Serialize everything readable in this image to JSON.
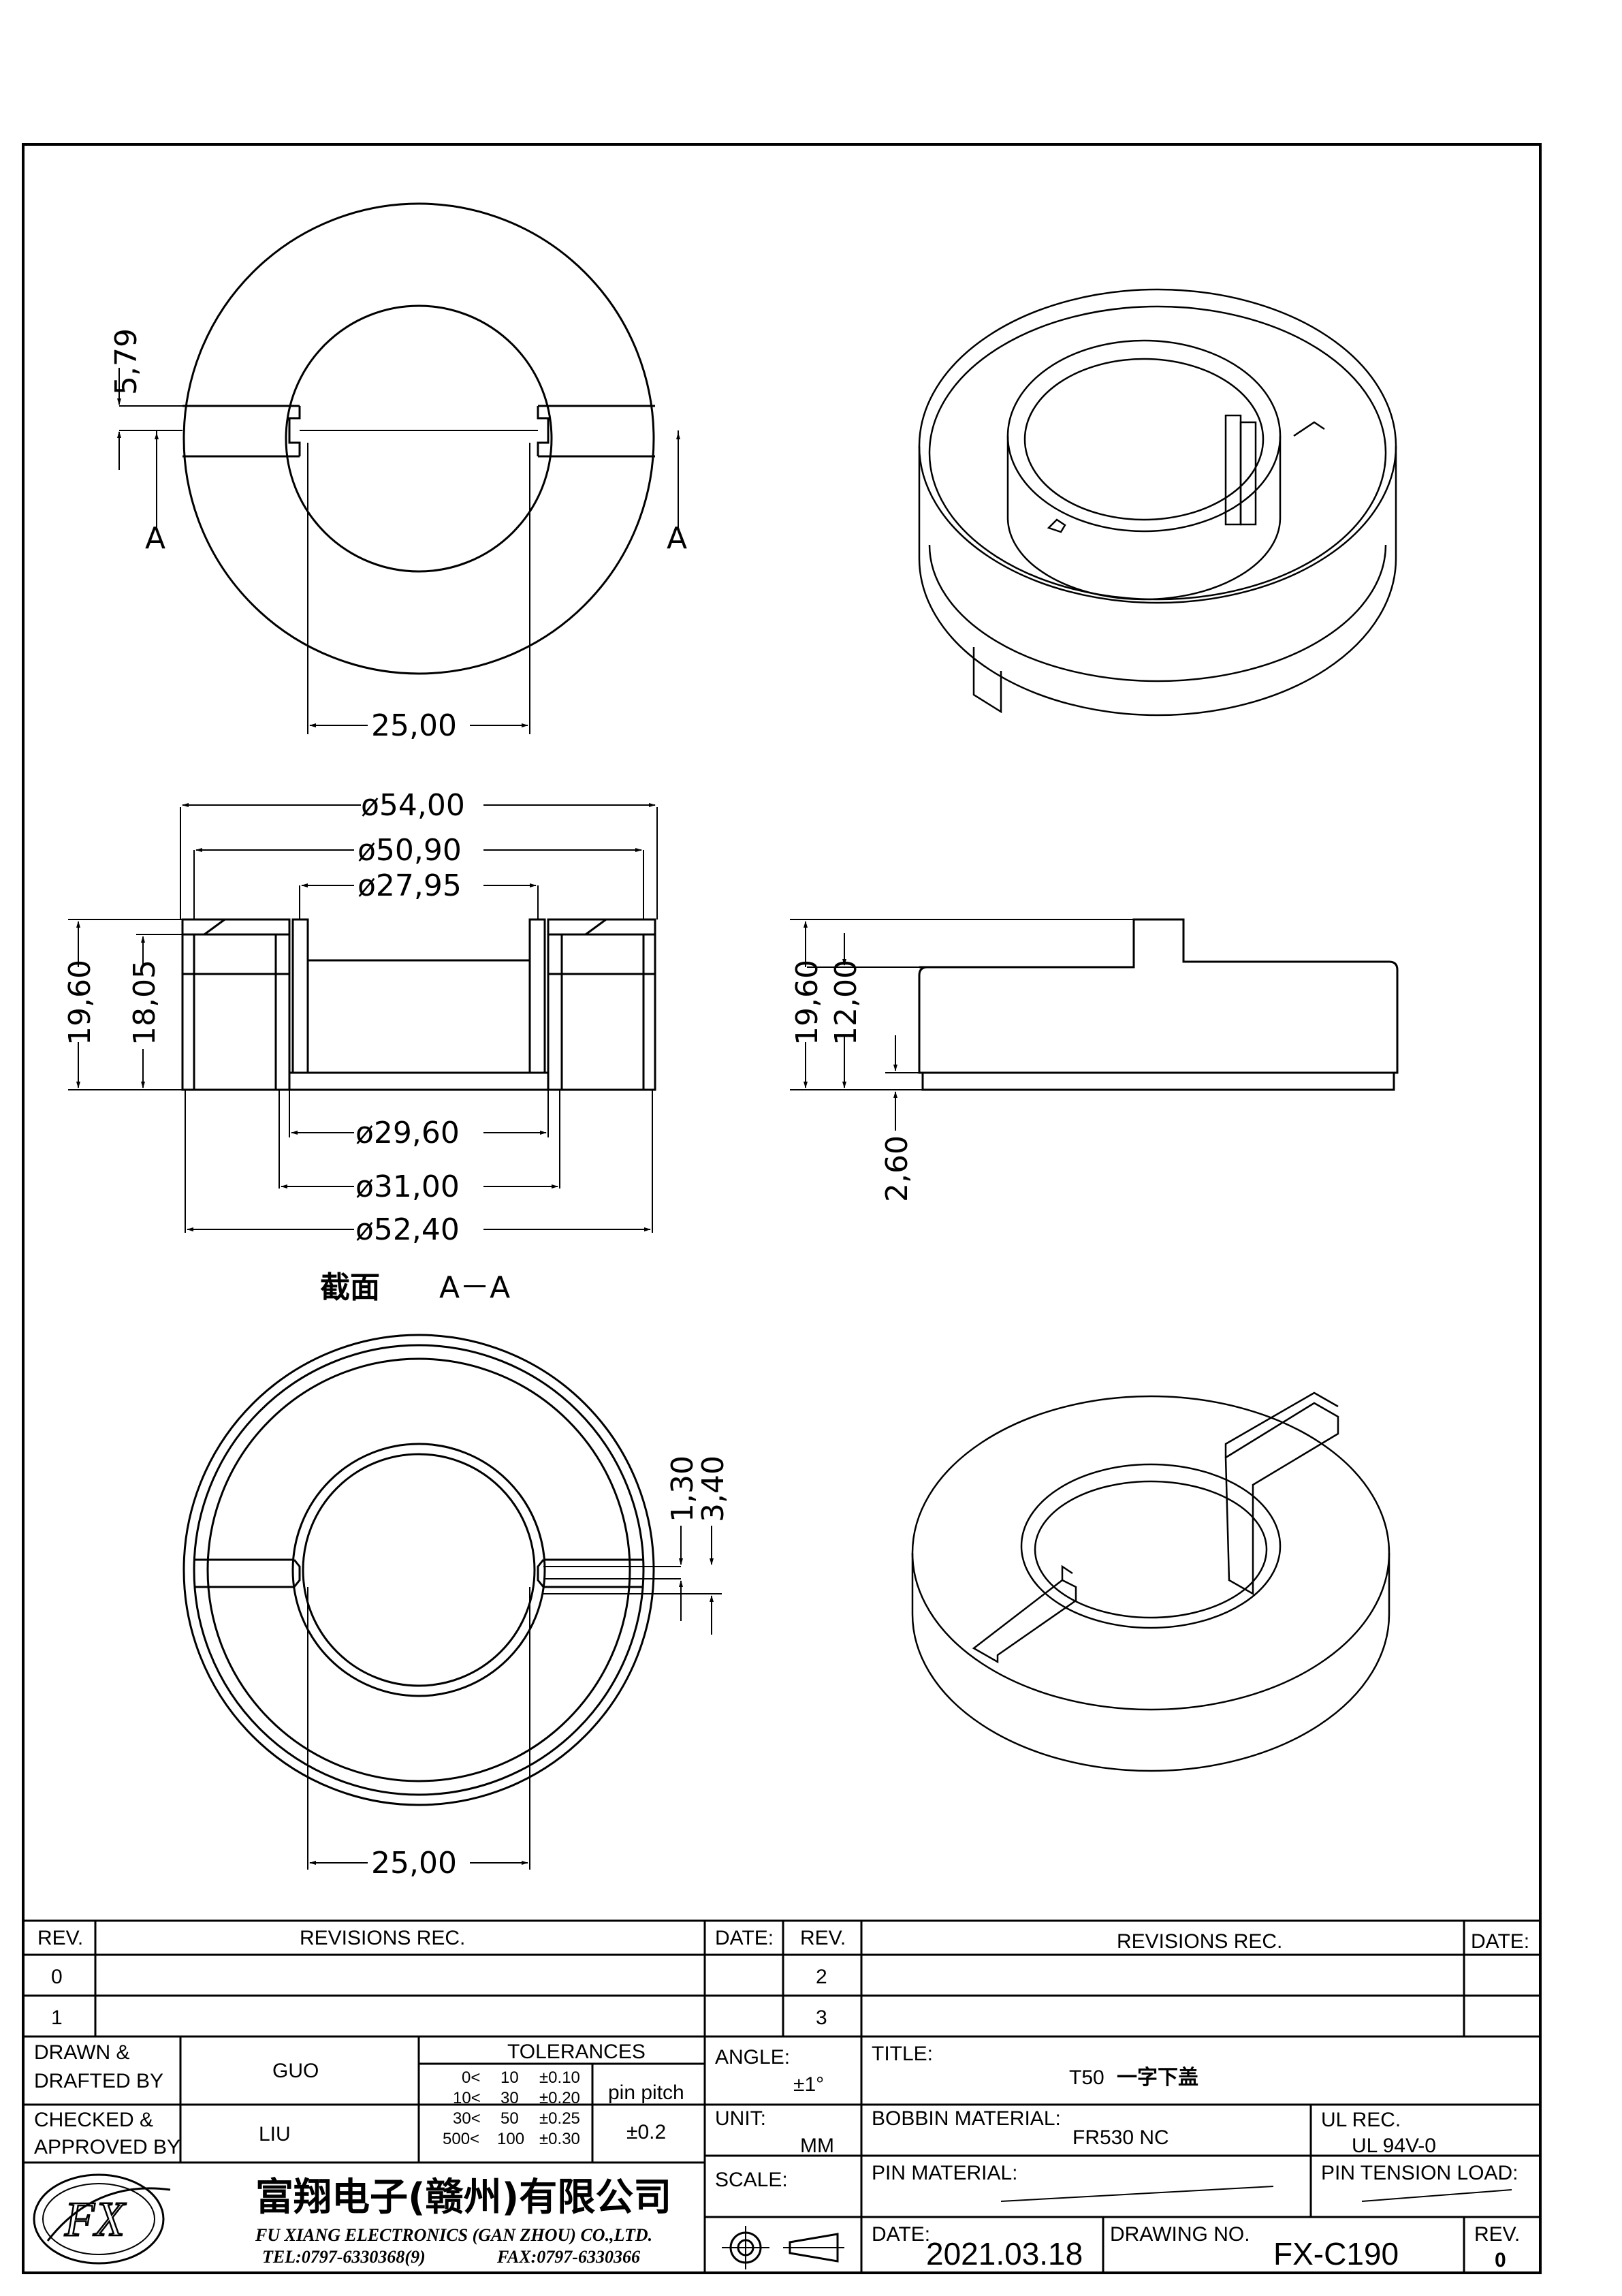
{
  "dimensions": {
    "top_slot_height": "5,79",
    "section_a_left": "A",
    "section_a_right": "A",
    "top_inner_width": "25,00",
    "d1": "ø54,00",
    "d2": "ø50,90",
    "d3": "ø27,95",
    "h1": "19,60",
    "h2": "18,05",
    "d4": "ø29,60",
    "d5": "ø31,00",
    "d6": "ø52,40",
    "section_label": "截面",
    "section_name": "A－A",
    "side_h1": "19,60",
    "side_h2": "12,00",
    "side_h3": "2,60",
    "bottom_slot1": "1,30",
    "bottom_slot2": "3,40",
    "bottom_inner_width": "25,00"
  },
  "revisions": {
    "rev_header": "REV.",
    "rec_header": "REVISIONS  REC.",
    "date_header": "DATE:",
    "rev_header_2": "REV.",
    "rec_header_2": "REVISIONS  REC.",
    "date_header_2": "DATE:",
    "rows": [
      "0",
      "1"
    ],
    "rows_2": [
      "2",
      "3"
    ]
  },
  "title_block": {
    "drawn_label_1": "DRAWN &",
    "drawn_label_2": "DRAFTED BY",
    "drawn_by": "GUO",
    "checked_label_1": "CHECKED &",
    "checked_label_2": "APPROVED BY",
    "checked_by": "LIU",
    "tolerances_label": "TOLERANCES",
    "tol_rows": [
      {
        "from": "0<",
        "to": "10",
        "tol": "±0.10"
      },
      {
        "from": "10<",
        "to": "30",
        "tol": "±0.20"
      },
      {
        "from": "30<",
        "to": "50",
        "tol": "±0.25"
      },
      {
        "from": "500<",
        "to": "100",
        "tol": "±0.30"
      }
    ],
    "pin_pitch_label": "pin pitch",
    "pin_pitch_value": "±0.2",
    "angle_label": "ANGLE:",
    "angle_value": "±1°",
    "unit_label": "UNIT:",
    "unit_value": "MM",
    "scale_label": "SCALE:",
    "title_label": "TITLE:",
    "title_value_latin": "T50",
    "title_value_cn": "一字下盖",
    "bobbin_label": "BOBBIN MATERIAL:",
    "bobbin_value": "FR530 NC",
    "ul_label": "UL REC.",
    "ul_value": "UL 94V-0",
    "pin_material_label": "PIN MATERIAL:",
    "pin_tension_label": "PIN TENSION LOAD:",
    "date_label": "DATE:",
    "date_value": "2021.03.18",
    "drawing_no_label": "DRAWING NO.",
    "drawing_no_value": "FX-C190",
    "rev_label": "REV.",
    "rev_value": "0",
    "company_cn": "富翔电子(赣州)有限公司",
    "company_en": "FU XIANG ELECTRONICS (GAN ZHOU) CO.,LTD.",
    "tel": "TEL:0797-6330368(9)",
    "fax": "FAX:0797-6330366",
    "logo_text": "FX"
  }
}
